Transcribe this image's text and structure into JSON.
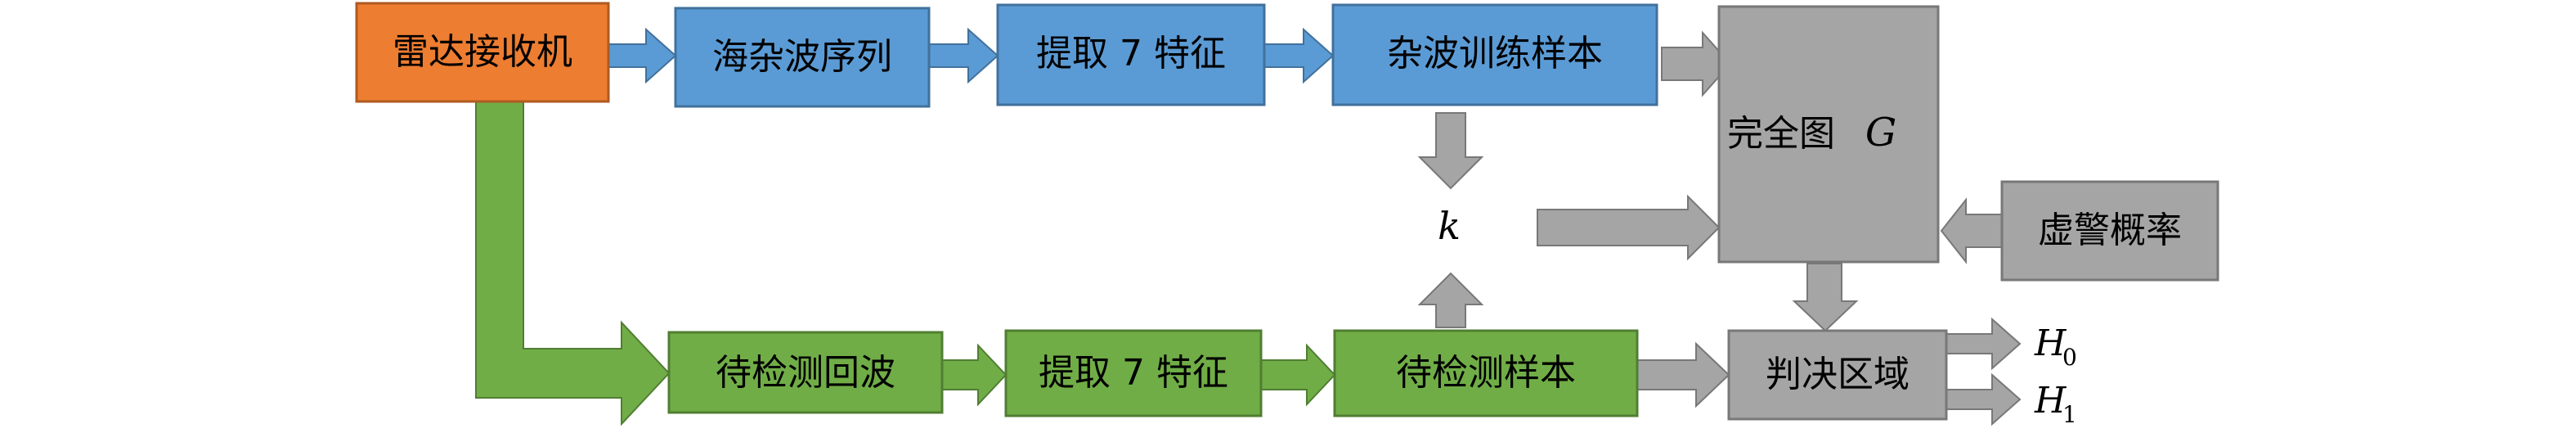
{
  "colors": {
    "orange_fill": "#ED7D31",
    "orange_stroke": "#AE5A21",
    "blue_fill": "#5B9BD5",
    "blue_stroke": "#41719C",
    "green_fill": "#70AD47",
    "green_stroke": "#507E32",
    "gray_fill": "#A5A5A5",
    "gray_stroke": "#787878"
  },
  "nodes": {
    "radar_receiver": "雷达接收机",
    "sea_clutter_sequence": "海杂波序列",
    "extract_features_top": "提取 7 特征",
    "clutter_training_samples": "杂波训练样本",
    "complete_graph": "完全图",
    "complete_graph_symbol": "G",
    "k_label": "k",
    "false_alarm_probability": "虚警概率",
    "echo_to_detect": "待检测回波",
    "extract_features_bottom": "提取 7 特征",
    "samples_to_detect": "待检测样本",
    "decision_region": "判决区域"
  },
  "outputs": {
    "h0_main": "H",
    "h0_sub": "0",
    "h1_main": "H",
    "h1_sub": "1"
  }
}
